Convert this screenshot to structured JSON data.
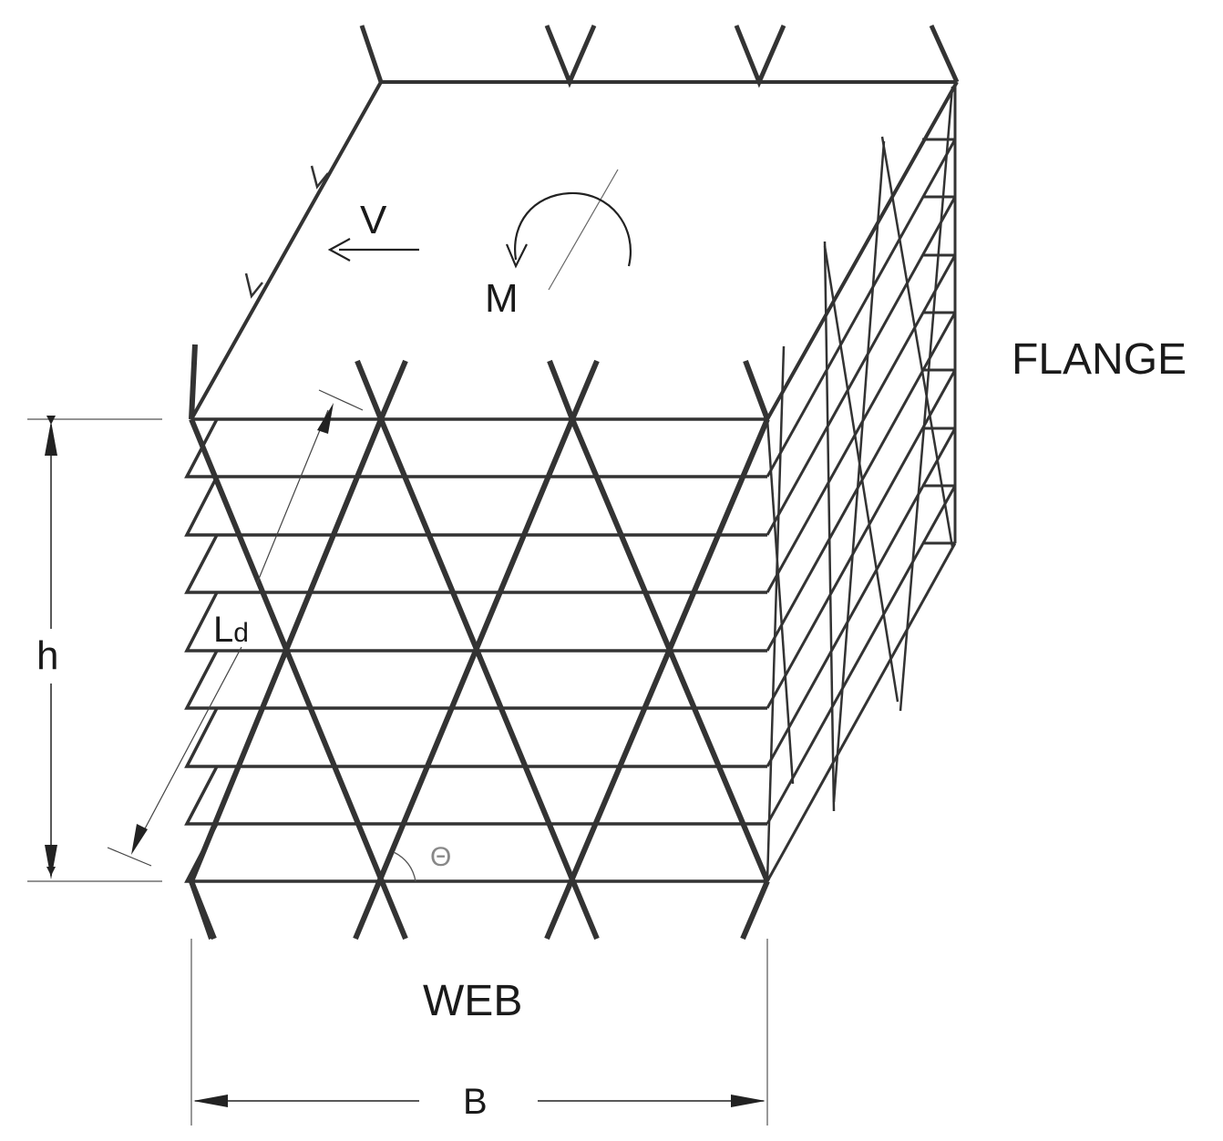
{
  "labels": {
    "flange": "FLANGE",
    "web": "WEB",
    "height": "h",
    "width": "B",
    "diagonal_main": "L",
    "diagonal_sub": "d",
    "shear": "V",
    "moment": "M",
    "angle": "Θ"
  },
  "colors": {
    "structure": "#333333",
    "thin_line": "#444444",
    "text": "#1a1a1a",
    "background": "#ffffff"
  }
}
